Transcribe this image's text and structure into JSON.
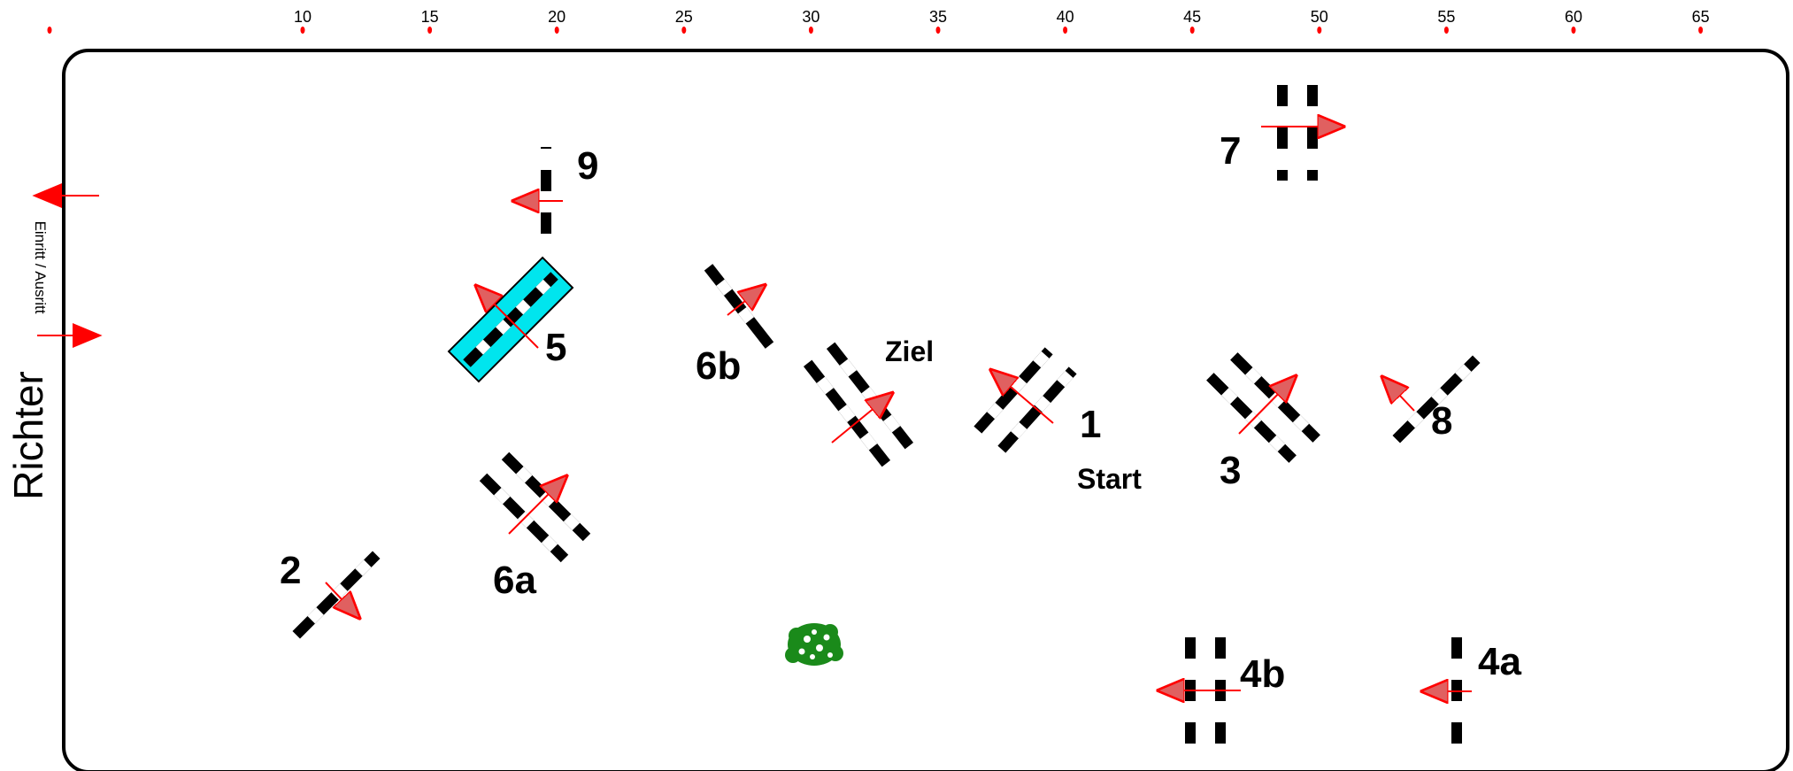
{
  "ruler": {
    "ticks": [
      "10",
      "15",
      "20",
      "25",
      "30",
      "35",
      "40",
      "45",
      "50",
      "55",
      "60",
      "65"
    ]
  },
  "side": {
    "judge_label": "Richter",
    "entry_label": "Einritt / Ausritt"
  },
  "labels": {
    "obstacle_1": "1",
    "obstacle_2": "2",
    "obstacle_3": "3",
    "obstacle_4a": "4a",
    "obstacle_4b": "4b",
    "obstacle_5": "5",
    "obstacle_6a": "6a",
    "obstacle_6b": "6b",
    "obstacle_7": "7",
    "obstacle_8": "8",
    "obstacle_9": "9",
    "start": "Start",
    "finish": "Ziel"
  },
  "colors": {
    "arena_border": "#000000",
    "pole_dark": "#000000",
    "pole_light": "#ffffff",
    "arrow": "#ff0000",
    "arrow_head_fill": "#e06060",
    "water_jump": "#00e5ee",
    "bush": "#1a8a1a",
    "tick_marker": "#ff0000"
  },
  "icons": {
    "water_jump": "water-jump-icon",
    "bush": "bush-icon"
  }
}
